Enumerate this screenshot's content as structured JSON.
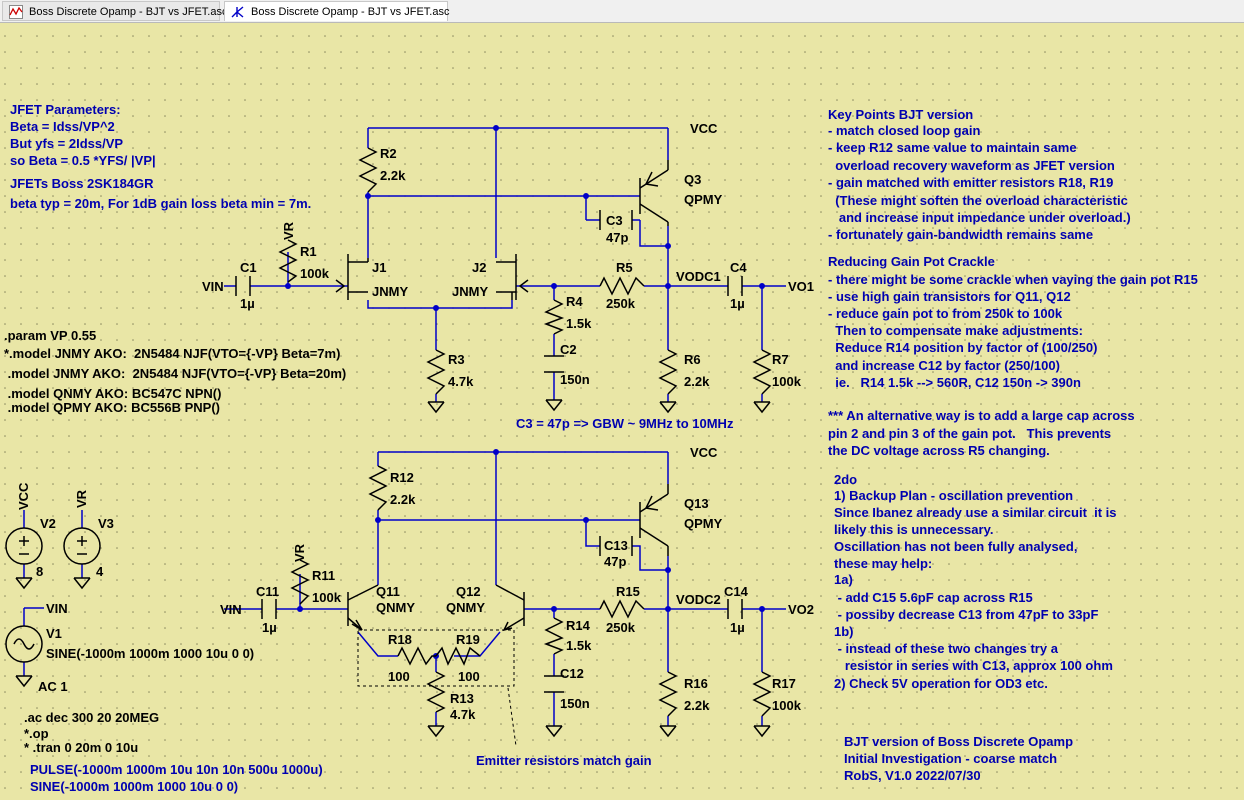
{
  "tabs": [
    {
      "label": "Boss Discrete Opamp - BJT vs JFET.asc",
      "icon": "waveform-icon"
    },
    {
      "label": "Boss Discrete Opamp - BJT vs JFET.asc",
      "icon": "schematic-icon"
    }
  ],
  "colors": {
    "canvas": "#e9e6a6",
    "wire": "#0000c8",
    "text_blue": "#0000b0",
    "part": "#000000"
  },
  "jfet_notes": [
    "JFET Parameters:",
    "Beta = Idss/VP^2",
    "But yfs = 2Idss/VP",
    "so Beta = 0.5 *YFS/ |VP|",
    "JFETs Boss 2SK184GR",
    "beta typ = 20m, For 1dB gain loss beta min = 7m."
  ],
  "params": [
    ".param VP 0.55",
    "*.model JNMY AKO:  2N5484 NJF(VTO={-VP} Beta=7m)",
    " .model JNMY AKO:  2N5484 NJF(VTO={-VP} Beta=20m)",
    " .model QNMY AKO: BC547C NPN()",
    " .model QPMY AKO: BC556B PNP()"
  ],
  "sim": [
    ".ac dec 300 20 20MEG",
    "*.op",
    "* .tran 0 20m 0 10u"
  ],
  "pulse": [
    "PULSE(-1000m 1000m 10u 10n 10n 500u 1000u)",
    "SINE(-1000m 1000m 1000 10u 0 0)"
  ],
  "key_points": [
    "Key Points BJT version",
    "- match closed loop gain",
    "- keep R12 same value to maintain same",
    "  overload recovery waveform as JFET version",
    "- gain matched with emitter resistors R18, R19",
    "  (These might soften the overload characteristic",
    "   and increase input impedance under overload.)",
    "- fortunately gain-bandwidth remains same"
  ],
  "gain_pot": [
    "Reducing Gain Pot Crackle",
    "- there might be some crackle when vaying the gain pot R15",
    "- use high gain transistors for Q11, Q12",
    "- reduce gain pot to from 250k to 100k",
    "  Then to compensate make adjustments:",
    "  Reduce R14 position by factor of (100/250)",
    "  and increase C12 by factor (250/100)",
    "  ie.   R14 1.5k --> 560R, C12 150n -> 390n"
  ],
  "alternative": [
    "*** An alternative way is to add a large cap across",
    "pin 2 and pin 3 of the gain pot.   This prevents",
    "the DC voltage across R5 changing."
  ],
  "todo": [
    "2do",
    "1) Backup Plan - oscillation prevention",
    "Since Ibanez already use a similar circuit  it is",
    "likely this is unnecessary.",
    "Oscillation has not been fully analysed,",
    "these may help:",
    "1a)",
    " - add C15 5.6pF cap across R15",
    " - possiby decrease C13 from 47pF to 33pF",
    "1b)",
    " - instead of these two changes try a",
    "   resistor in series with C13, approx 100 ohm",
    "2) Check 5V operation for OD3 etc."
  ],
  "footer": [
    "BJT version of Boss Discrete Opamp",
    "Initial Investigation - coarse match",
    "RobS, V1.0 2022/07/30"
  ],
  "c3_note": "C3 = 47p => GBW ~ 9MHz to 10MHz",
  "emitter_note": "Emitter resistors match gain",
  "nets": {
    "vcc": "VCC",
    "vr": "VR",
    "vin": "VIN",
    "vodc1": "VODC1",
    "vodc2": "VODC2",
    "vo1": "VO1",
    "vo2": "VO2"
  },
  "top_circuit": {
    "C1": {
      "name": "C1",
      "value": "1µ"
    },
    "R1": {
      "name": "R1",
      "value": "100k"
    },
    "R2": {
      "name": "R2",
      "value": "2.2k"
    },
    "R3": {
      "name": "R3",
      "value": "4.7k"
    },
    "R4": {
      "name": "R4",
      "value": "1.5k"
    },
    "C2": {
      "name": "C2",
      "value": "150n"
    },
    "R5": {
      "name": "R5",
      "value": "250k"
    },
    "C3": {
      "name": "C3",
      "value": "47p"
    },
    "Q3": {
      "name": "Q3",
      "value": "QPMY"
    },
    "R6": {
      "name": "R6",
      "value": "2.2k"
    },
    "C4": {
      "name": "C4",
      "value": "1µ"
    },
    "R7": {
      "name": "R7",
      "value": "100k"
    },
    "J1": {
      "name": "J1",
      "value": "JNMY"
    },
    "J2": {
      "name": "J2",
      "value": "JNMY"
    }
  },
  "bottom_circuit": {
    "C11": {
      "name": "C11",
      "value": "1µ"
    },
    "R11": {
      "name": "R11",
      "value": "100k"
    },
    "R12": {
      "name": "R12",
      "value": "2.2k"
    },
    "R13": {
      "name": "R13",
      "value": "4.7k"
    },
    "R14": {
      "name": "R14",
      "value": "1.5k"
    },
    "C12": {
      "name": "C12",
      "value": "150n"
    },
    "R15": {
      "name": "R15",
      "value": "250k"
    },
    "C13": {
      "name": "C13",
      "value": "47p"
    },
    "Q13": {
      "name": "Q13",
      "value": "QPMY"
    },
    "R16": {
      "name": "R16",
      "value": "2.2k"
    },
    "C14": {
      "name": "C14",
      "value": "1µ"
    },
    "R17": {
      "name": "R17",
      "value": "100k"
    },
    "R18": {
      "name": "R18",
      "value": "100"
    },
    "R19": {
      "name": "R19",
      "value": "100"
    },
    "Q11": {
      "name": "Q11",
      "value": "QNMY"
    },
    "Q12": {
      "name": "Q12",
      "value": "QNMY"
    }
  },
  "sources": {
    "V2": {
      "name": "V2",
      "value": "8"
    },
    "V3": {
      "name": "V3",
      "value": "4"
    },
    "V1": {
      "name": "V1",
      "value": "SINE(-1000m 1000m 1000 10u 0 0)",
      "ac": "AC 1"
    }
  }
}
